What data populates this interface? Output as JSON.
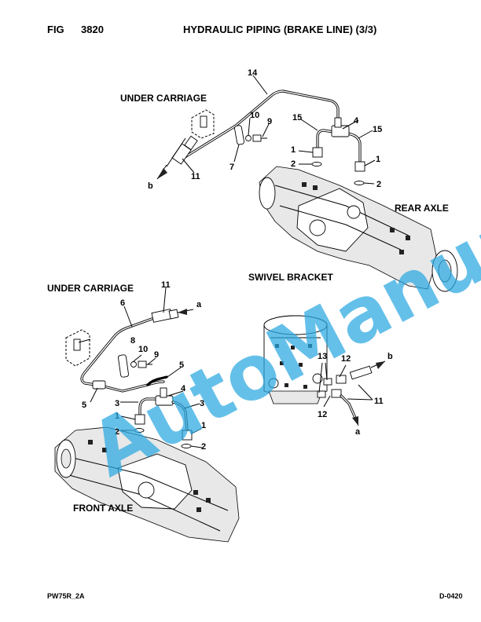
{
  "header": {
    "fig_label": "FIG",
    "fig_number": "3820",
    "title": "HYDRAULIC PIPING (BRAKE LINE) (3/3)"
  },
  "footer": {
    "model_code": "PW75R_2A",
    "doc_code": "D-0420"
  },
  "sections": {
    "under_carriage_top": "UNDER CARRIAGE",
    "rear_axle": "REAR AXLE",
    "under_carriage_left": "UNDER CARRIAGE",
    "swivel_bracket": "SWIVEL BRACKET",
    "front_axle": "FRONT AXLE"
  },
  "callouts": {
    "top": {
      "c14": "14",
      "c10": "10",
      "c9": "9",
      "c15a": "15",
      "c4": "4",
      "c15b": "15",
      "c1a": "1",
      "c1b": "1",
      "c2a": "2",
      "c2b": "2",
      "c7": "7",
      "c11": "11",
      "b": "b"
    },
    "left": {
      "c11": "11",
      "c6": "6",
      "a": "a",
      "c8": "8",
      "c10": "10",
      "c9": "9",
      "c5a": "5",
      "c5b": "5",
      "c4": "4",
      "c3a": "3",
      "c3b": "3",
      "c1a": "1",
      "c1b": "1",
      "c2a": "2",
      "c2b": "2"
    },
    "swivel": {
      "c13": "13",
      "c12a": "12",
      "c12b": "12",
      "c11": "11",
      "b": "b",
      "a": "a"
    }
  },
  "watermark": "AutoManual"
}
